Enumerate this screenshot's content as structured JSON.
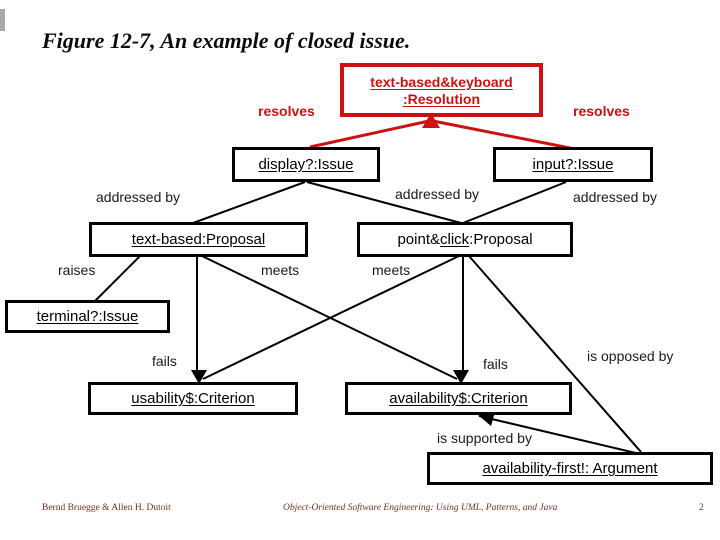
{
  "title": {
    "text": "Figure 12-7, An example of closed issue."
  },
  "colors": {
    "accent_red": "#cc1111",
    "line_black": "#000000",
    "footer_maroon": "#7a2e23"
  },
  "nodes": {
    "resolution": {
      "line1": "text-based&keyboard",
      "line2": ":Resolution"
    },
    "display_issue": {
      "label": "display?:Issue"
    },
    "input_issue": {
      "label": "input?:Issue"
    },
    "textbased_proposal": {
      "label": "text-based:Proposal"
    },
    "pointclick_proposal": {
      "pre": "point&",
      "underlined": "click",
      "post": ":Proposal"
    },
    "terminal_issue": {
      "label": "terminal?:Issue"
    },
    "usability_criterion": {
      "label": "usability$:Criterion"
    },
    "availability_criterion": {
      "label": "availability$:Criterion"
    },
    "argument": {
      "label": "availability-first!: Argument"
    }
  },
  "edge_labels": {
    "resolves_left": "resolves",
    "resolves_right": "resolves",
    "addressed_by_left": "addressed by",
    "addressed_by_middle": "addressed by",
    "addressed_by_right": "addressed by",
    "raises": "raises",
    "meets_left": "meets",
    "meets_right": "meets",
    "fails_left": "fails",
    "fails_right": "fails",
    "is_opposed_by": "is opposed by",
    "is_supported_by": "is supported by"
  },
  "footer": {
    "author": "Bernd Bruegge & Allen H. Dutoit",
    "book": "Object-Oriented Software Engineering: Using UML, Patterns, and Java",
    "page": "2"
  }
}
